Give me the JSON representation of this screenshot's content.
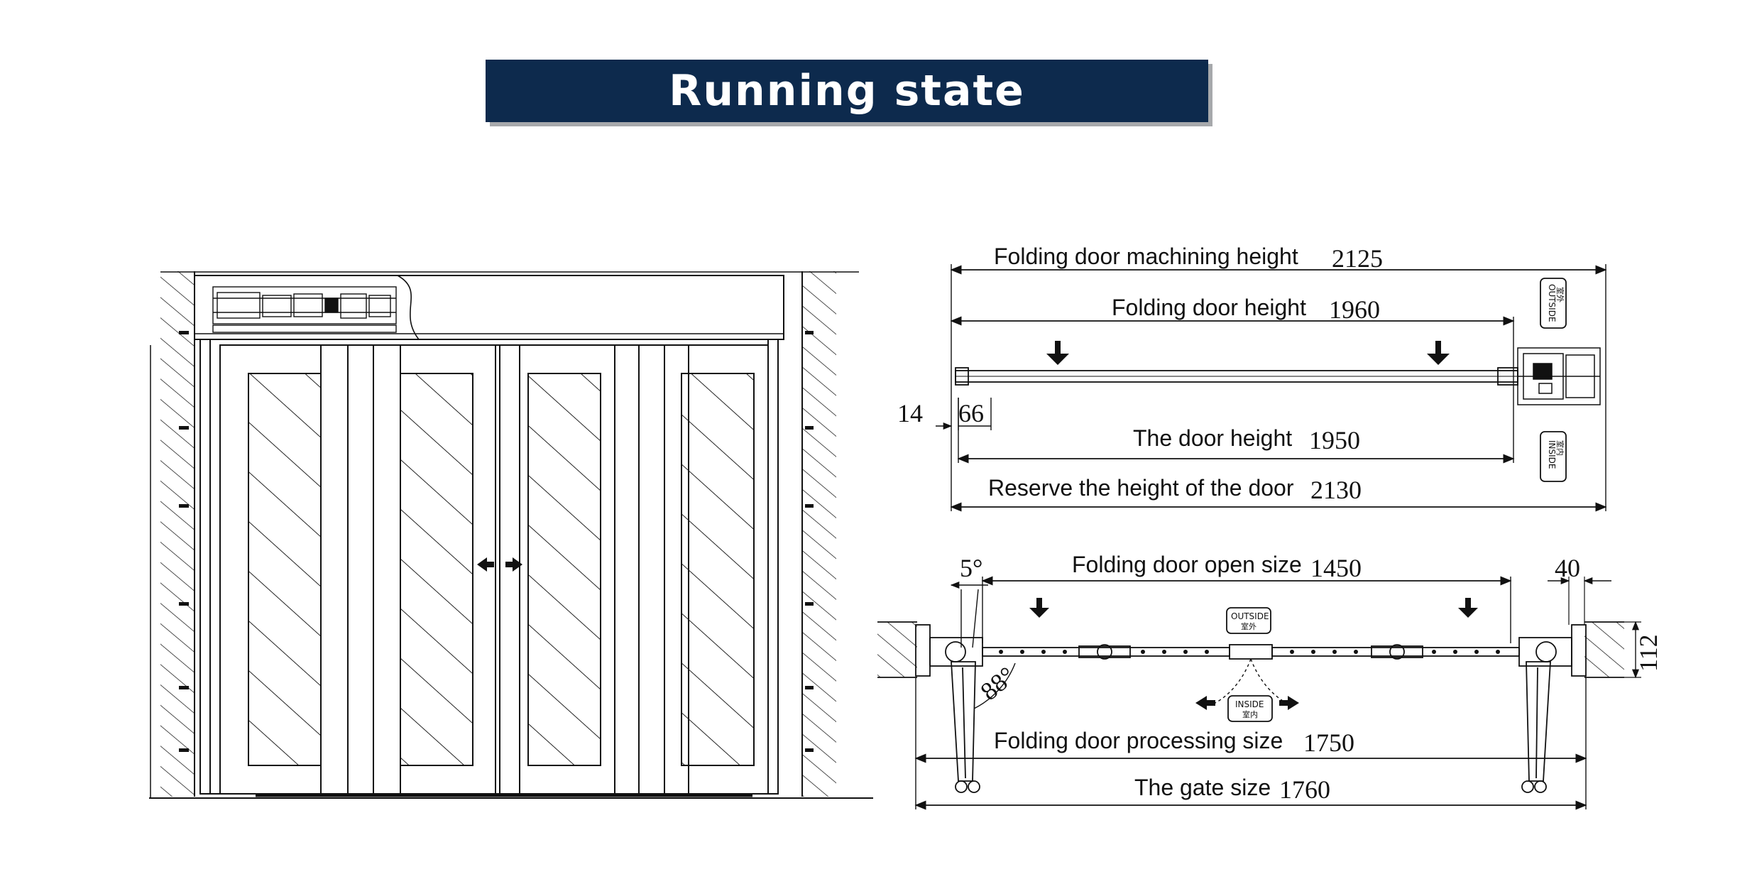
{
  "header": {
    "title": "Running state"
  },
  "elevation": {
    "direction_arrows": [
      "left-arrow-icon",
      "right-arrow-icon"
    ]
  },
  "top_view": {
    "dimensions": {
      "machining_height": {
        "label": "Folding door machining height",
        "value": "2125"
      },
      "door_height_fold": {
        "label": "Folding door height",
        "value": "1960"
      },
      "left_gap": {
        "value": "14"
      },
      "left_offset": {
        "value": "66"
      },
      "door_height": {
        "label": "The door height",
        "value": "1950"
      },
      "reserve_height": {
        "label": "Reserve the height of the door",
        "value": "2130"
      }
    },
    "tags": {
      "outside_en": "OUTSIDE",
      "outside_cn": "室外",
      "inside_en": "INSIDE",
      "inside_cn": "室内"
    }
  },
  "plan_view": {
    "dimensions": {
      "angle_small": {
        "value": "5°"
      },
      "open_size": {
        "label": "Folding door open size",
        "value": "1450"
      },
      "right_gap": {
        "value": "40"
      },
      "depth": {
        "value": "112"
      },
      "angle_large": {
        "value": "88°"
      },
      "processing_size": {
        "label": "Folding door processing size",
        "value": "1750"
      },
      "gate_size": {
        "label": "The gate size",
        "value": "1760"
      }
    },
    "tags": {
      "outside_en": "OUTSIDE",
      "outside_cn": "室外",
      "inside_en": "INSIDE",
      "inside_cn": "室内"
    }
  },
  "colors": {
    "banner_bg": "#0d2a4d",
    "banner_shadow": "#a7a9ac",
    "banner_text": "#ffffff",
    "line": "#111111"
  }
}
